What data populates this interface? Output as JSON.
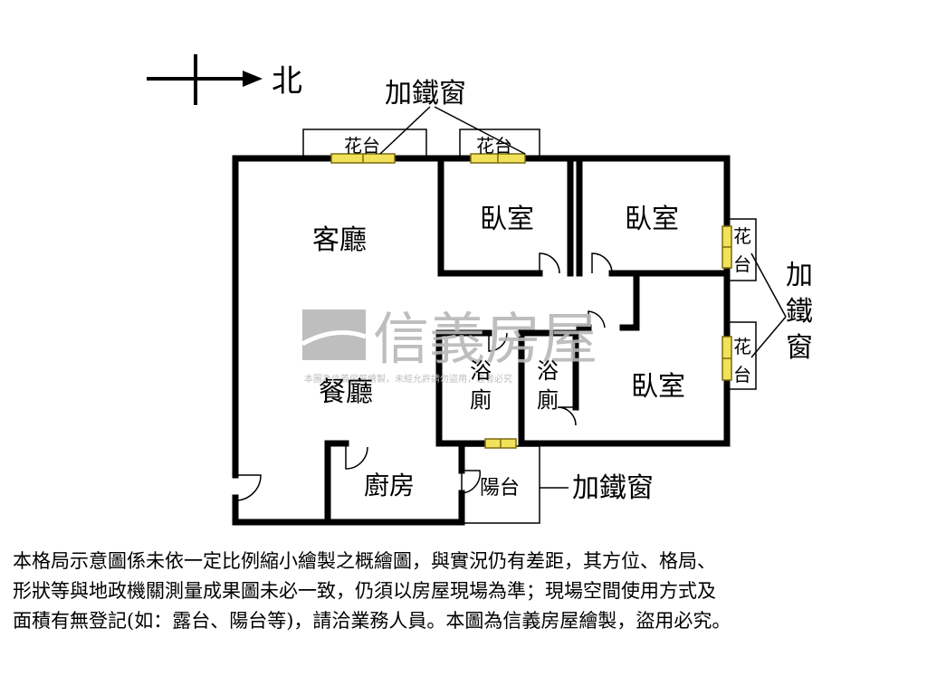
{
  "compass": {
    "north_label": "北"
  },
  "rooms": {
    "living_room": "客廳",
    "dining_room": "餐廳",
    "bedroom_1": "臥室",
    "bedroom_2": "臥室",
    "bedroom_3": "臥室",
    "kitchen": "廚房",
    "balcony": "陽台",
    "bathroom_1": [
      "浴",
      "廁"
    ],
    "bathroom_2": [
      "浴",
      "廁"
    ]
  },
  "planters": {
    "top_left": "花台",
    "top_right": "花台",
    "right_upper": [
      "花",
      "台"
    ],
    "right_lower": [
      "花",
      "台"
    ]
  },
  "callouts": {
    "top": "加鐵窗",
    "right": [
      "加",
      "鐵",
      "窗"
    ],
    "balcony": "加鐵窗"
  },
  "watermark": {
    "brand": "信義房屋",
    "small": "本圖為信義房屋繪製，未經允許請勿盜用，違者必究"
  },
  "disclaimer": {
    "line1": "本格局示意圖係未依一定比例縮小繪製之概繪圖，與實況仍有差距，其方位、格局、",
    "line2": "形狀等與地政機關測量成果圖未必一致，仍須以房屋現場為準；現場空間使用方式及",
    "line3": "面積有無登記(如：露台、陽台等)，請洽業務人員。本圖為信義房屋繪製，盜用必究。"
  },
  "colors": {
    "wall": "#000000",
    "window_fill": "#f2e25a",
    "window_stroke": "#7a6a10",
    "watermark": "#b8b8b8"
  }
}
